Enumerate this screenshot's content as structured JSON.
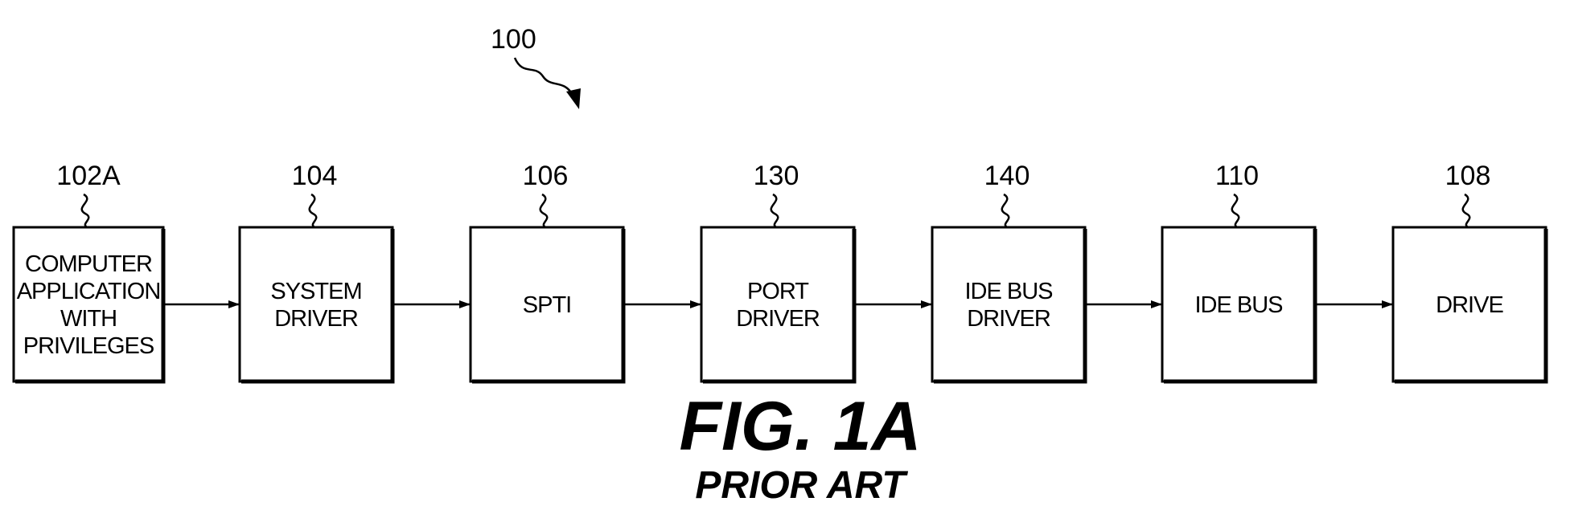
{
  "figure": {
    "reference": "100",
    "title": "FIG. 1A",
    "subtitle": "PRIOR ART"
  },
  "blocks": [
    {
      "ref": "102A",
      "lines": [
        "COMPUTER",
        "APPLICATION",
        "WITH",
        "PRIVILEGES"
      ]
    },
    {
      "ref": "104",
      "lines": [
        "SYSTEM",
        "DRIVER"
      ]
    },
    {
      "ref": "106",
      "lines": [
        "SPTI"
      ]
    },
    {
      "ref": "130",
      "lines": [
        "PORT",
        "DRIVER"
      ]
    },
    {
      "ref": "140",
      "lines": [
        "IDE BUS",
        "DRIVER"
      ]
    },
    {
      "ref": "110",
      "lines": [
        "IDE BUS"
      ]
    },
    {
      "ref": "108",
      "lines": [
        "DRIVE"
      ]
    }
  ],
  "connections": [
    {
      "from": "102A",
      "to": "104"
    },
    {
      "from": "104",
      "to": "106"
    },
    {
      "from": "106",
      "to": "130"
    },
    {
      "from": "130",
      "to": "140"
    },
    {
      "from": "140",
      "to": "110"
    },
    {
      "from": "110",
      "to": "108"
    }
  ]
}
